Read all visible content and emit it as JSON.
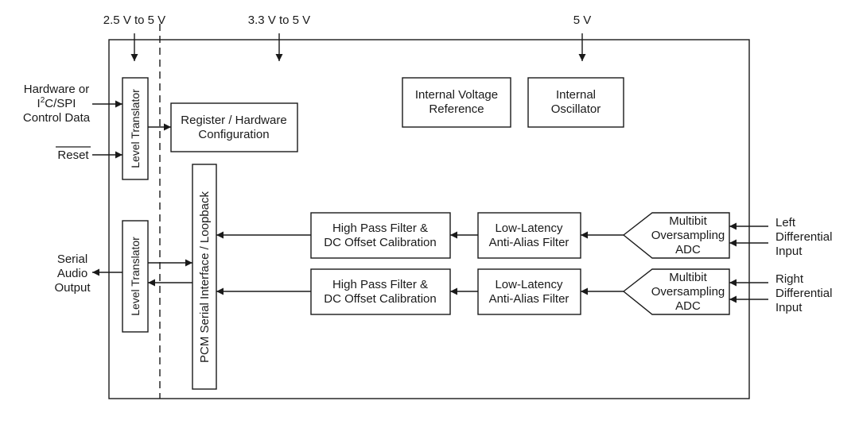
{
  "supplies": {
    "io": "2.5 V to 5 V",
    "analog": "3.3 V to 5 V",
    "digital": "5 V"
  },
  "signals": {
    "control_line1": "Hardware or",
    "control_line2_prefix": "I",
    "control_line2_sup": "2",
    "control_line2_suffix": "C/SPI",
    "control_line3": "Control Data",
    "reset": "Reset",
    "serial_line1": "Serial",
    "serial_line2": "Audio",
    "serial_line3": "Output",
    "left_line1": "Left",
    "left_line2": "Differential",
    "left_line3": "Input",
    "right_line1": "Right",
    "right_line2": "Differential",
    "right_line3": "Input"
  },
  "blocks": {
    "level_translator": "Level Translator",
    "register_line1": "Register / Hardware",
    "register_line2": "Configuration",
    "vref_line1": "Internal Voltage",
    "vref_line2": "Reference",
    "osc_line1": "Internal",
    "osc_line2": "Oscillator",
    "pcm": "PCM Serial Interface / Loopback",
    "hpf_line1": "High Pass Filter &",
    "hpf_line2": "DC Offset Calibration",
    "aaf_line1": "Low-Latency",
    "aaf_line2": "Anti-Alias Filter",
    "adc_line1": "Multibit",
    "adc_line2": "Oversampling",
    "adc_line3": "ADC"
  }
}
